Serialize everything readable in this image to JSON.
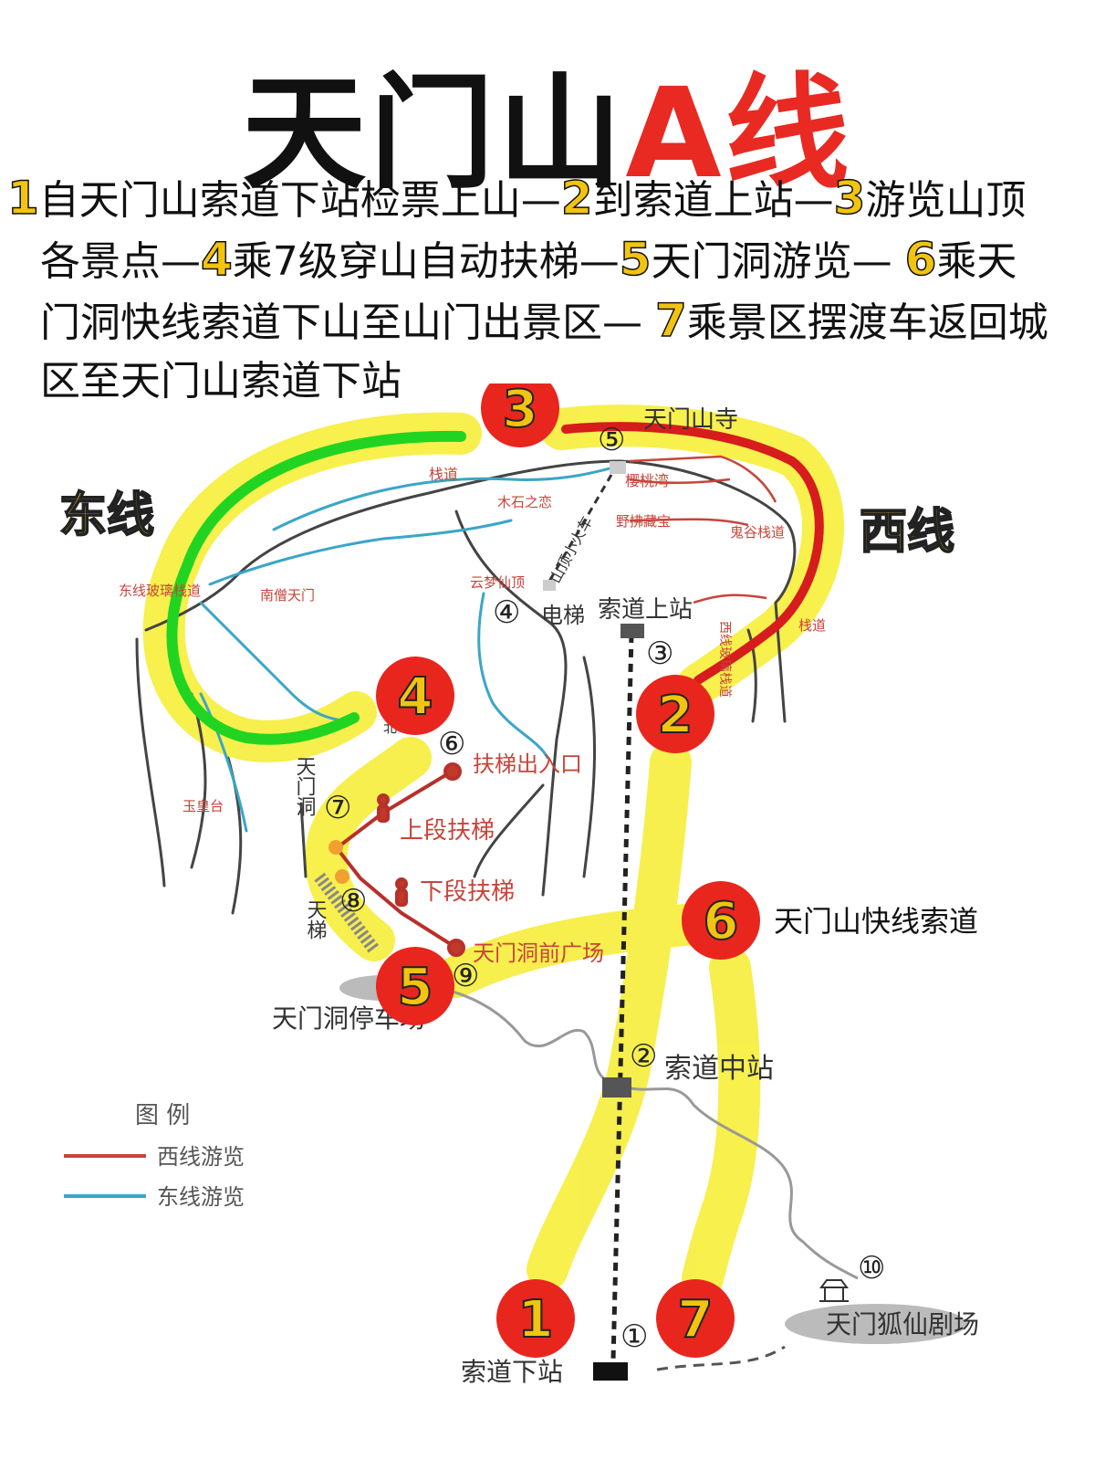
{
  "title": {
    "main": "天门山",
    "accent": "A线"
  },
  "itinerary": {
    "line1": {
      "n1": "1",
      "t1": "自天门山索道下站检票上山—",
      "n2": "2",
      "t2": "到索道上站—",
      "n3": "3",
      "t3": "游览山顶"
    },
    "line2": {
      "t0": "各景点—",
      "n4": "4",
      "t4": "乘7级穿山自动扶梯—",
      "n5": "5",
      "t5": "天门洞游览— ",
      "n6": "6",
      "t6": "乘天"
    },
    "line3": {
      "t0": "门洞快线索道下山至山门出景区— ",
      "n7": "7",
      "t7": "乘景区摆渡车返回城"
    },
    "line4": {
      "t0": "区至天门山索道下站"
    }
  },
  "route_labels": {
    "east": "东线",
    "west": "西线"
  },
  "markers": [
    "3",
    "4",
    "2",
    "6",
    "5",
    "1",
    "7"
  ],
  "map_labels": {
    "temple": "天门山寺",
    "zhandao": "栈道",
    "yingtaowan": "樱桃湾",
    "mushi": "木石之恋",
    "yesuo": "野拂藏宝",
    "guigu": "鬼谷栈道",
    "small_train": "山顶小火车",
    "yunmeng": "云梦仙顶",
    "east_zhandao": "东线玻璃栈道",
    "nanfang": "南僧天门",
    "elevator": "电梯",
    "upper_station": "索道上站",
    "west_glass": "西线玻璃栈道",
    "west_zhandao": "栈道",
    "escalator_exit": "扶梯出入口",
    "tianmen_dong": "天门洞",
    "upper_escalator": "上段扶梯",
    "lower_escalator": "下段扶梯",
    "yuhuang": "玉皇台",
    "tianti": "天梯",
    "plaza": "天门洞前广场",
    "fast_cable": "天门山快线索道",
    "parking": "天门洞停车场",
    "middle_station": "索道中站",
    "lower_station": "索道下站",
    "theater": "天门狐仙剧场",
    "north": "北"
  },
  "circle_nums": [
    "①",
    "②",
    "③",
    "④",
    "⑤",
    "⑥",
    "⑦",
    "⑧",
    "⑨",
    "⑩"
  ],
  "legend": {
    "title": "图  例",
    "west": "西线游览",
    "east": "东线游览"
  },
  "colors": {
    "marker_red": "#e8261e",
    "number_yellow": "#f1c40f",
    "highlight": "#f6ee3a",
    "east_green": "#22d422",
    "west_red": "#d61c1c",
    "legend_red": "#c8443a",
    "legend_blue": "#3aa6c8"
  }
}
